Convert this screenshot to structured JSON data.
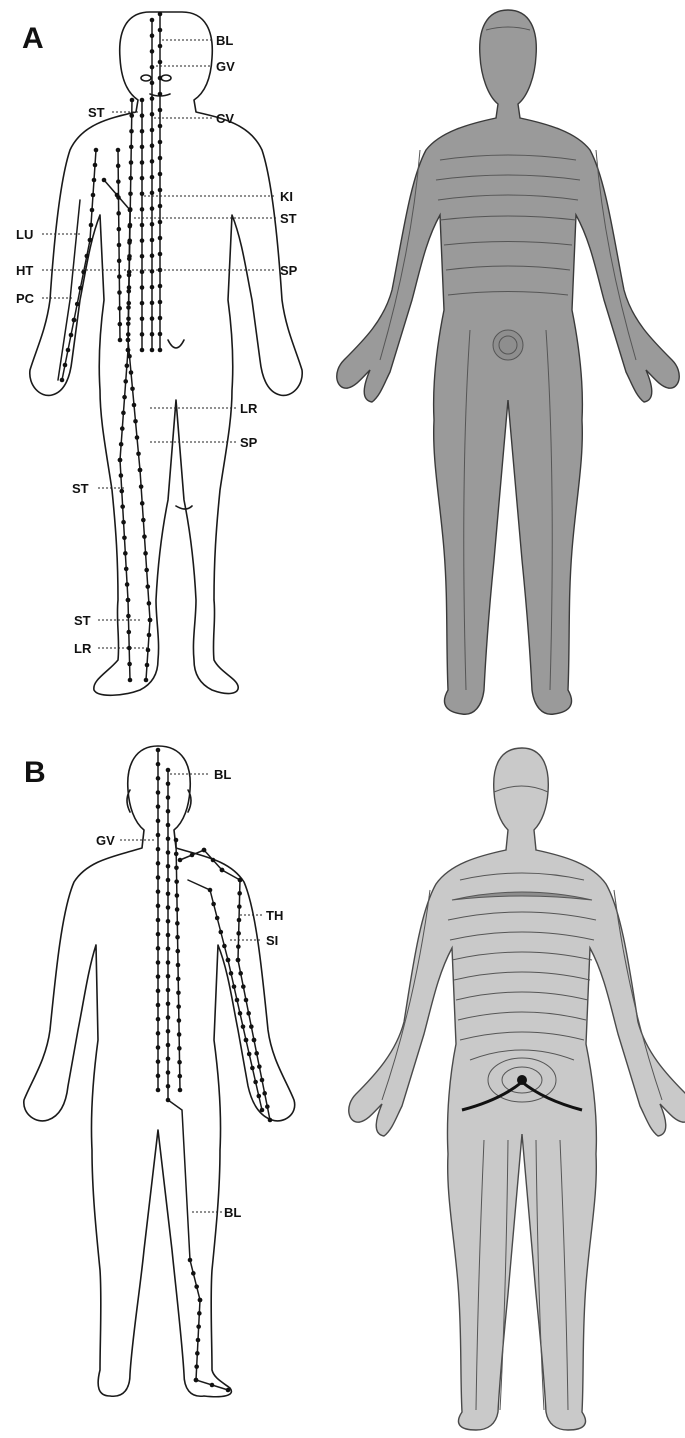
{
  "panels": {
    "A": {
      "letter": "A",
      "labels": {
        "bl": "BL",
        "gv": "GV",
        "st_head": "ST",
        "cv": "CV",
        "ki": "KI",
        "st_chest": "ST",
        "lu": "LU",
        "ht": "HT",
        "sp_chest": "SP",
        "pc": "PC",
        "lr_thigh": "LR",
        "sp_thigh": "SP",
        "st_thigh": "ST",
        "st_ankle": "ST",
        "lr_ankle": "LR"
      }
    },
    "B": {
      "letter": "B",
      "labels": {
        "bl_head": "BL",
        "gv": "GV",
        "th": "TH",
        "si": "SI",
        "bl_leg": "BL"
      }
    }
  },
  "colors": {
    "ink": "#111111",
    "skin_front": "#9a9a9a",
    "skin_back": "#c9c9c9",
    "band_dark": "#8e8e8e"
  }
}
